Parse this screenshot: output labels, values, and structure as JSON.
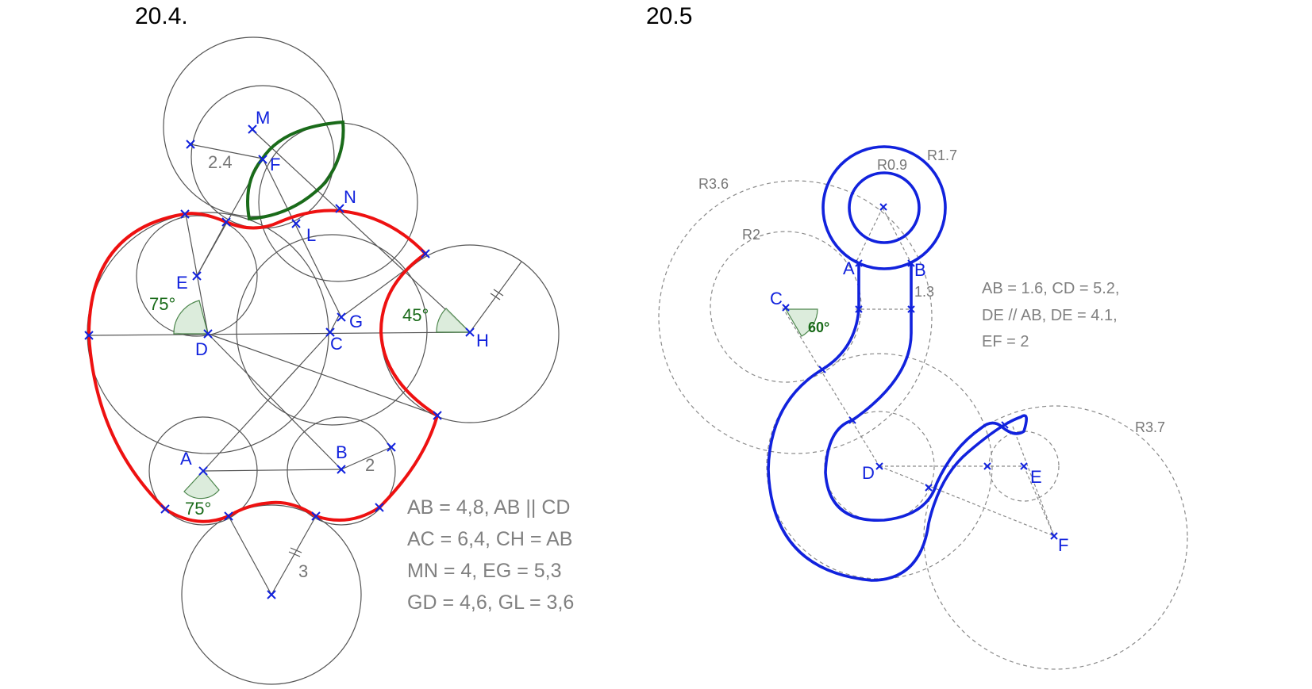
{
  "figure_left": {
    "title": "20.4.",
    "points": {
      "M": "M",
      "F": "F",
      "N": "N",
      "L": "L",
      "E": "E",
      "G": "G",
      "D": "D",
      "C": "C",
      "H": "H",
      "A": "A",
      "B": "B"
    },
    "dims": {
      "r_top": "2.4",
      "r_right_b": "2",
      "r_bottom": "3"
    },
    "angles": {
      "d": "75°",
      "h": "45°",
      "a": "75°"
    },
    "notes": [
      "AB = 4,8, AB || CD",
      "AC = 6,4, CH = AB",
      "MN = 4, EG = 5,3",
      "GD = 4,6, GL = 3,6"
    ]
  },
  "figure_right": {
    "title": "20.5",
    "points": {
      "A": "A",
      "B": "B",
      "C": "C",
      "D": "D",
      "E": "E",
      "F": "F"
    },
    "radii": {
      "r09": "R0.9",
      "r17": "R1.7",
      "r36": "R3.6",
      "r2": "R2",
      "r37": "R3.7"
    },
    "dims": {
      "d13": "1.3"
    },
    "angles": {
      "c": "60°"
    },
    "notes": [
      "AB = 1.6,  CD = 5.2,",
      "DE // AB, DE = 4.1,",
      "EF = 2"
    ]
  }
}
